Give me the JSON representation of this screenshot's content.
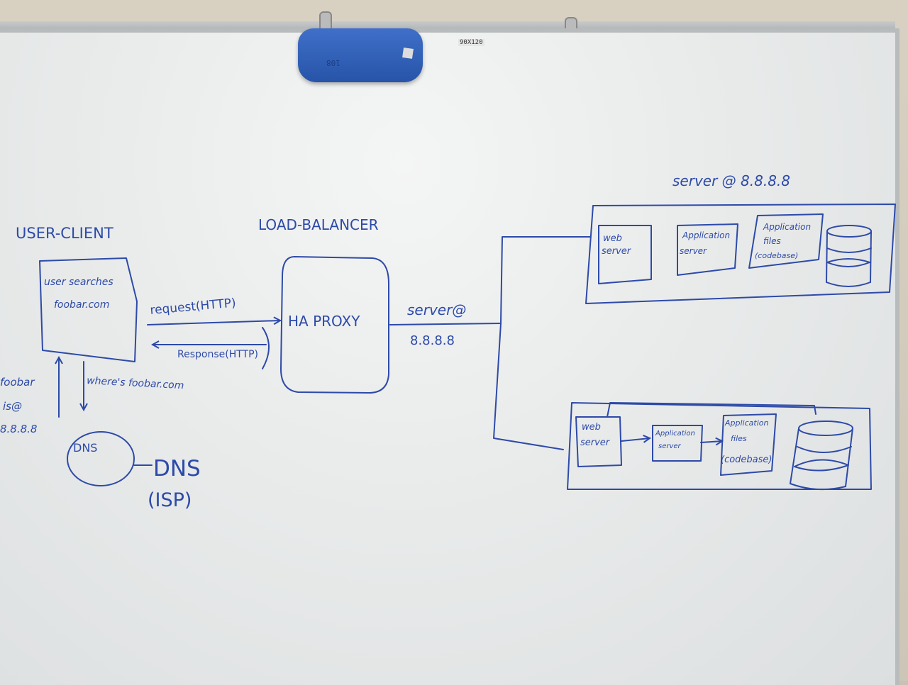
{
  "board_label": "90X120",
  "eraser_text": "108",
  "user_client": {
    "title": "USER-CLIENT",
    "box_text_1": "user searches",
    "box_text_2": "foobar.com"
  },
  "dns_query": {
    "label": "where's foobar.com",
    "answer_1": "foobar",
    "answer_2": "is@",
    "answer_3": "8.8.8.8"
  },
  "dns": {
    "circle_label": "DNS",
    "side_label_1": "DNS",
    "side_label_2": "(ISP)"
  },
  "http": {
    "request": "request(HTTP)",
    "response": "Response(HTTP)"
  },
  "load_balancer": {
    "title": "LOAD-BALANCER",
    "box_text": "HA PROXY"
  },
  "link": {
    "label_1": "server@",
    "label_2": "8.8.8.8"
  },
  "server_top": {
    "title": "server @ 8.8.8.8",
    "web_1": "web",
    "web_2": "server",
    "app_1": "Application",
    "app_2": "server",
    "files_1": "Application",
    "files_2": "files",
    "files_3": "(codebase)"
  },
  "server_bottom": {
    "web_1": "web",
    "web_2": "server",
    "app_1": "Application",
    "app_2": "server",
    "files_1": "Application",
    "files_2": "files",
    "files_3": "(codebase)"
  }
}
